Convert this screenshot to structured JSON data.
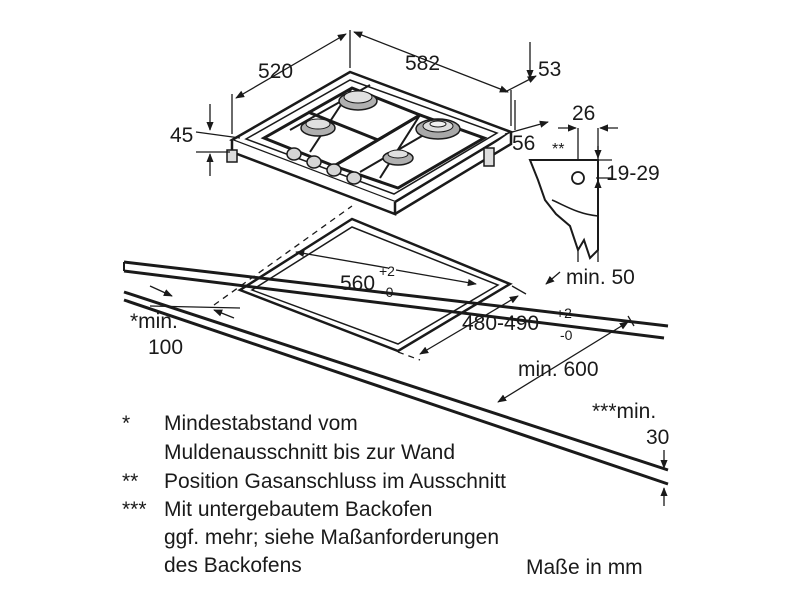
{
  "dimensions": {
    "hob_depth": "520",
    "hob_width": "582",
    "hob_height": "45",
    "gas_offset": "53",
    "side_56": "56",
    "detail_26": "26",
    "detail_range": "19-29",
    "detail_stars": "**",
    "cutout_width_main": "560",
    "cutout_width_plus": "+2",
    "cutout_width_minus": "-0",
    "cutout_depth_main": "480-490",
    "cutout_depth_plus": "+2",
    "cutout_depth_minus": "-0",
    "min_50": "min. 50",
    "min_600": "min. 600",
    "min_100_line1": "*min.",
    "min_100_line2": "100",
    "min_30_line1": "***min.",
    "min_30_line2": "30"
  },
  "notes": [
    {
      "marker": "*",
      "lines": [
        "Mindestabstand vom",
        "Muldenausschnitt bis zur Wand"
      ]
    },
    {
      "marker": "**",
      "lines": [
        "Position Gasanschluss im Ausschnitt"
      ]
    },
    {
      "marker": "***",
      "lines": [
        "Mit untergebautem Backofen",
        "ggf. mehr; siehe Maßanforderungen",
        "des Backofens"
      ]
    }
  ],
  "units_label": "Maße in mm"
}
